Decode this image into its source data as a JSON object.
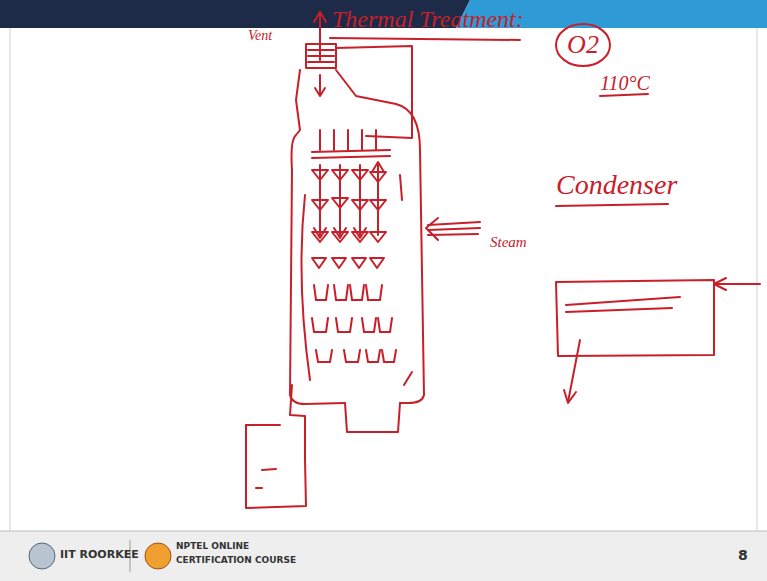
{
  "diagram": {
    "nodes": [
      {
        "text": [
          "O2"
        ]
      }
    ],
    "labels": [
      "Thermal Treatment:",
      "Vent",
      "110°C",
      "Condenser",
      "Steam",
      "IIT ROORKEE",
      "NPTEL ONLINE",
      "CERTIFICATION COURSE",
      "8"
    ]
  }
}
